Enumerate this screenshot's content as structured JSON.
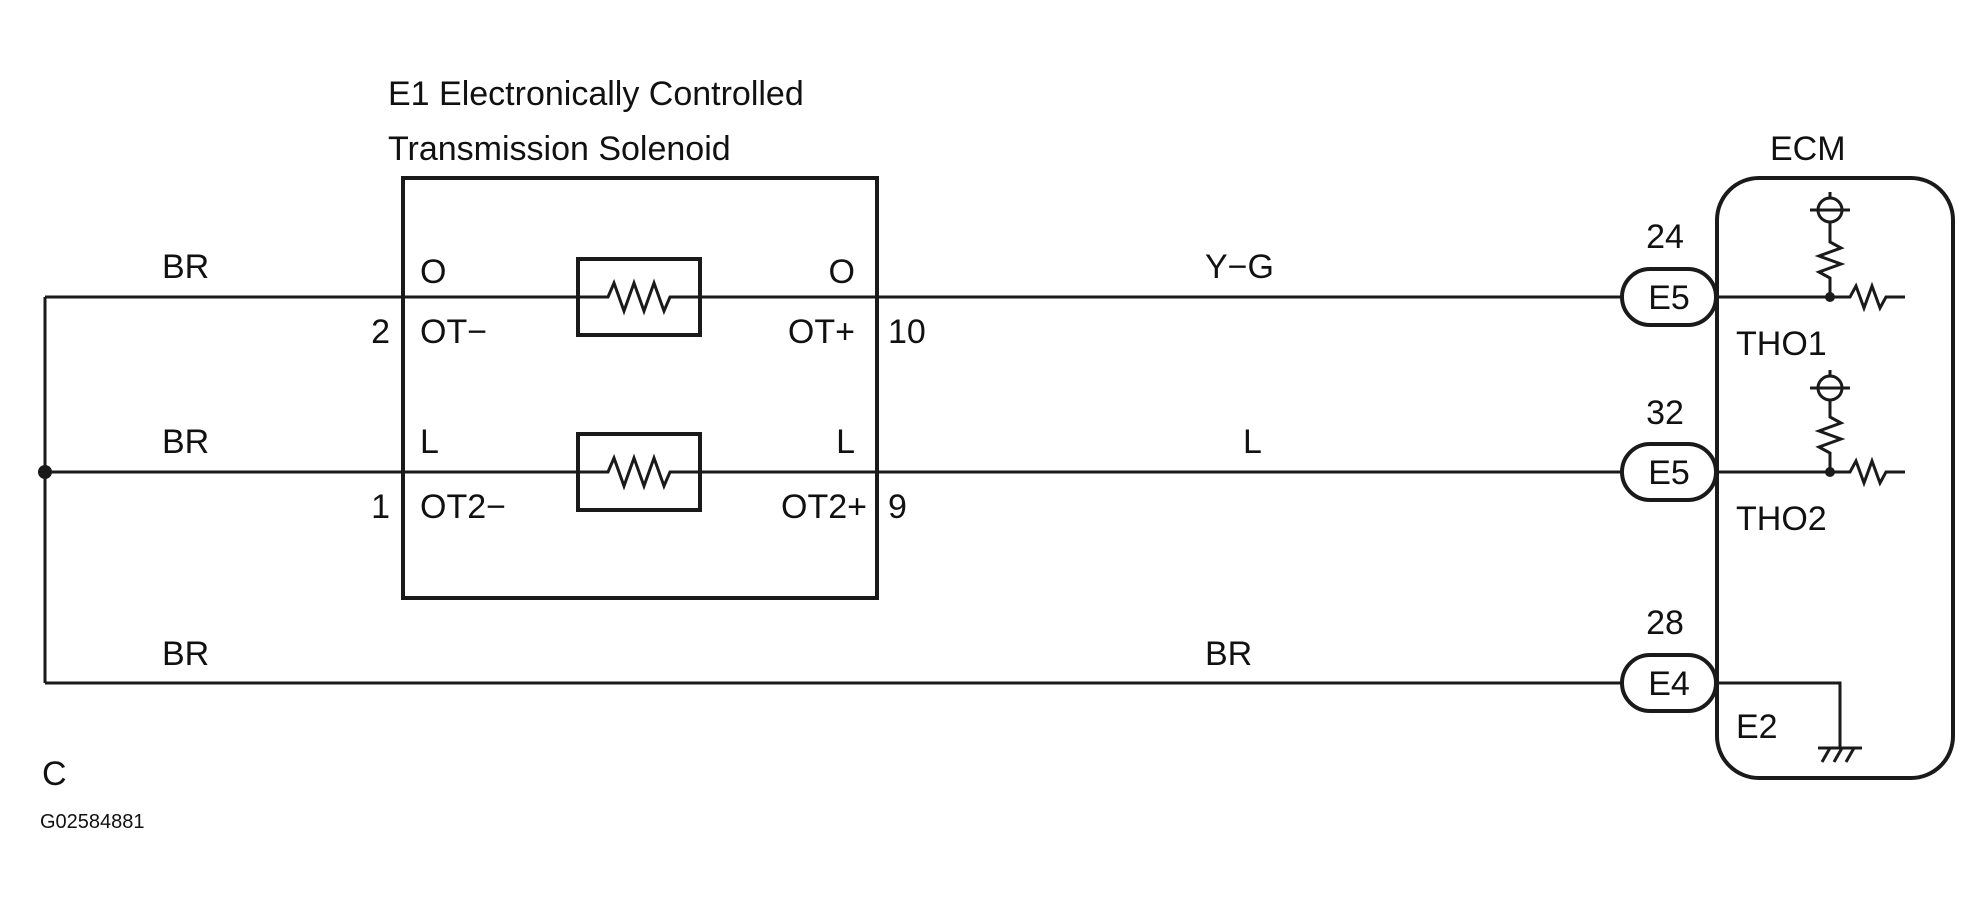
{
  "title": {
    "line1": "E1 Electronically Controlled",
    "line2": "Transmission Solenoid"
  },
  "ecm": {
    "label": "ECM"
  },
  "solenoid": {
    "top": {
      "left_color": "O",
      "right_color": "O",
      "left_terminal": "OT−",
      "right_terminal": "OT+",
      "left_pin": "2",
      "right_pin": "10"
    },
    "bottom": {
      "left_color": "L",
      "right_color": "L",
      "left_terminal": "OT2−",
      "right_terminal": "OT2+",
      "left_pin": "1",
      "right_pin": "9"
    }
  },
  "wires": {
    "top_left": "BR",
    "mid_left": "BR",
    "bottom_left": "BR",
    "top_right": "Y−G",
    "mid_right": "L",
    "bottom_right": "BR"
  },
  "connectors": [
    {
      "pin": "24",
      "name": "E5",
      "signal": "THO1"
    },
    {
      "pin": "32",
      "name": "E5",
      "signal": "THO2"
    },
    {
      "pin": "28",
      "name": "E4",
      "signal": "E2"
    }
  ],
  "footer": {
    "ref": "C",
    "code": "G02584881"
  }
}
